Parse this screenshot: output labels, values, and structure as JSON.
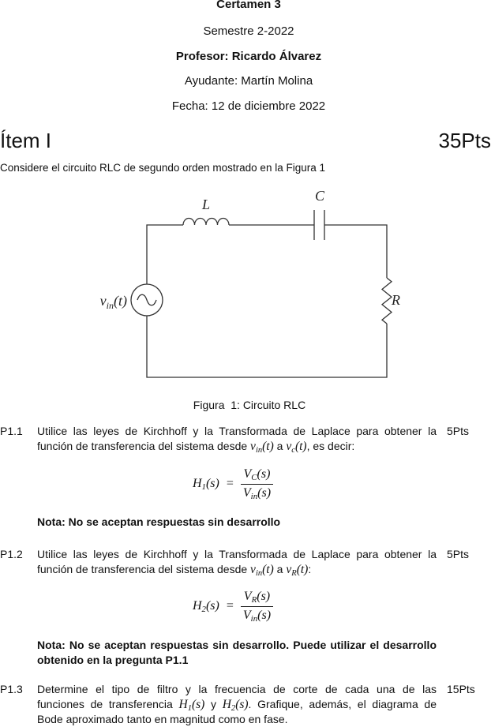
{
  "header": {
    "title": "Certamen 3",
    "semester": "Semestre 2-2022",
    "professor": "Profesor: Ricardo Álvarez",
    "assistant": "Ayudante: Martín Molina",
    "date": "Fecha: 12 de diciembre 2022"
  },
  "item": {
    "title": "Ítem I",
    "points": "35Pts",
    "intro": "Considere el circuito RLC de segundo orden mostrado en la Figura 1"
  },
  "figure": {
    "inductor_label": "L",
    "capacitor_label": "C",
    "resistor_label": "R",
    "source_label": {
      "base": "v",
      "sub": "in",
      "arg": "(t)"
    },
    "caption": "Figura  1: Circuito RLC"
  },
  "questions": [
    {
      "number": "P1.1",
      "points": "5Pts",
      "line1": "Utilice las leyes de Kirchhoff y la Transformada de Laplace para obtener la",
      "line2": {
        "t1": "función de transferencia del sistema desde ",
        "m1": {
          "base": "v",
          "sub": "in",
          "arg": "(t)"
        },
        "t2": " a ",
        "m2": {
          "base": "v",
          "sub": "c",
          "arg": "(t)"
        },
        "t3": ", es decir:"
      },
      "equation": {
        "lhs": {
          "base": "H",
          "sub": "1",
          "arg": "(s)"
        },
        "eq": "=",
        "num": {
          "base": "V",
          "sub": "C",
          "arg": "(s)"
        },
        "den": {
          "base": "V",
          "sub": "in",
          "arg": "(s)"
        }
      },
      "note_lines": [
        "Nota: No se aceptan respuestas sin desarrollo"
      ]
    },
    {
      "number": "P1.2",
      "points": "5Pts",
      "line1": "Utilice las leyes de Kirchhoff y la Transformada de Laplace para obtener la",
      "line2": {
        "t1": "función de transferencia del sistema desde ",
        "m1": {
          "base": "v",
          "sub": "in",
          "arg": "(t)"
        },
        "t2": " a ",
        "m2": {
          "base": "v",
          "sub": "R",
          "arg": "(t)"
        },
        "t3": ":"
      },
      "equation": {
        "lhs": {
          "base": "H",
          "sub": "2",
          "arg": "(s)"
        },
        "eq": "=",
        "num": {
          "base": "V",
          "sub": "R",
          "arg": "(s)"
        },
        "den": {
          "base": "V",
          "sub": "in",
          "arg": "(s)"
        }
      },
      "note_lines": [
        "Nota: No se aceptan respuestas sin desarrollo. Puede utilizar el desarrollo",
        "obtenido en la pregunta P1.1"
      ]
    },
    {
      "number": "P1.3",
      "points": "15Pts",
      "line1": "Determine el tipo de filtro y la frecuencia de corte de cada una de las",
      "line2": {
        "t1": "funciones de transferencia ",
        "m1": {
          "base": "H",
          "sub": "1",
          "arg": "(s)"
        },
        "t2": " y ",
        "m2": {
          "base": "H",
          "sub": "2",
          "arg": "(s)"
        },
        "t3": ". Grafique, además, el diagrama de"
      },
      "line3": "Bode aproximado tanto en magnitud como en fase."
    }
  ]
}
